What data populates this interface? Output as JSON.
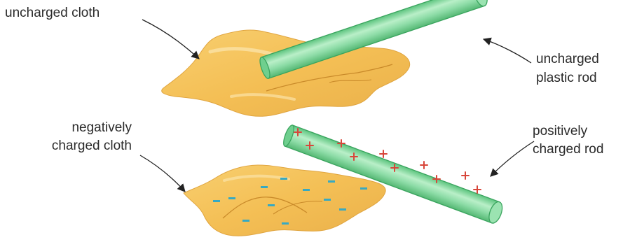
{
  "labels": {
    "uncharged_cloth": "uncharged cloth",
    "uncharged_rod_line1": "uncharged",
    "uncharged_rod_line2": "plastic rod",
    "negative_cloth_line1": "negatively",
    "negative_cloth_line2": "charged cloth",
    "positive_rod_line1": "positively",
    "positive_rod_line2": "charged rod"
  },
  "symbols": {
    "plus": "+",
    "minus": "−"
  },
  "colors": {
    "cloth_fill": "#f6c55f",
    "cloth_shadow": "#e1a63a",
    "cloth_highlight": "#fbe0a0",
    "rod_fill": "#82d89e",
    "rod_edge": "#3aa45e",
    "rod_highlight": "#c8f1d3",
    "plus_color": "#d8463a",
    "minus_color": "#37a9c2",
    "text": "#2a2a2a",
    "arrow": "#222222"
  }
}
